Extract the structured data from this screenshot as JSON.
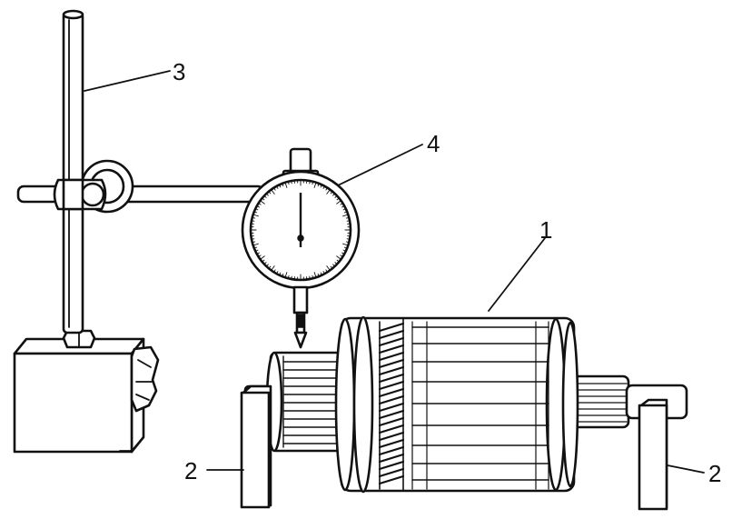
{
  "callouts": {
    "armature": "1",
    "v_block_left": "2",
    "v_block_right": "2",
    "stand": "3",
    "dial_indicator": "4"
  },
  "colors": {
    "ink": "#111111",
    "paper": "#ffffff"
  }
}
